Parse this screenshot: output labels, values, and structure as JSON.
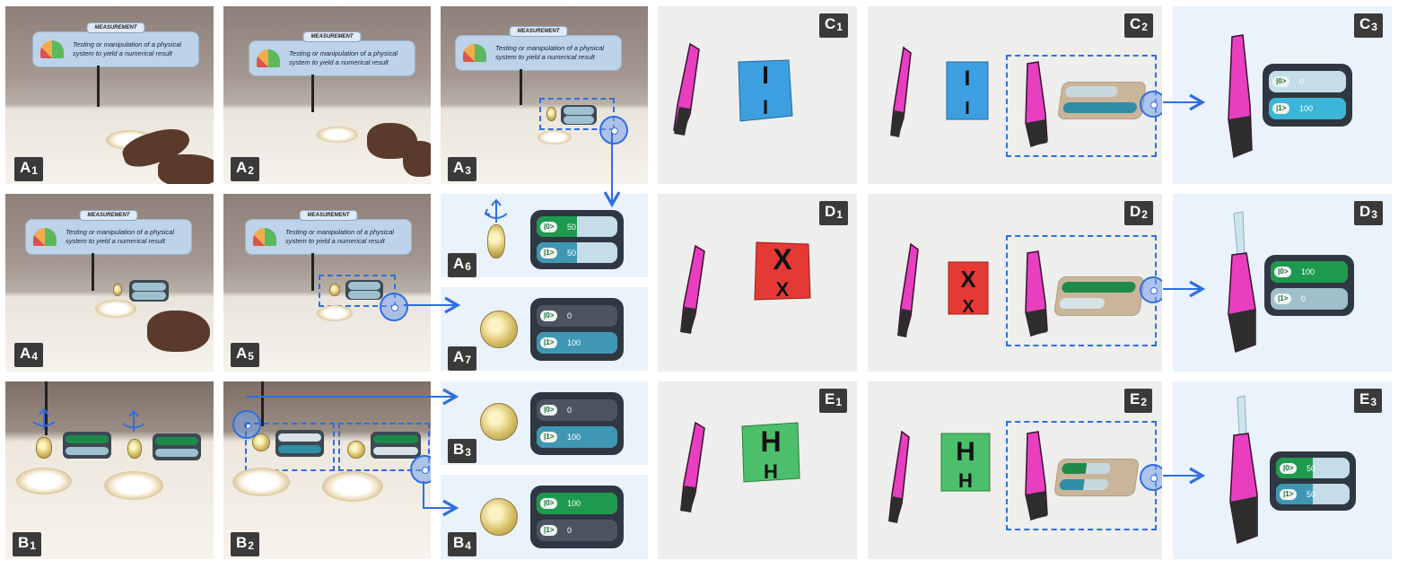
{
  "panels": {
    "A1": {
      "label": "A",
      "sub": "1"
    },
    "A2": {
      "label": "A",
      "sub": "2"
    },
    "A3": {
      "label": "A",
      "sub": "3"
    },
    "A4": {
      "label": "A",
      "sub": "4"
    },
    "A5": {
      "label": "A",
      "sub": "5"
    },
    "A6": {
      "label": "A",
      "sub": "6"
    },
    "A7": {
      "label": "A",
      "sub": "7"
    },
    "B1": {
      "label": "B",
      "sub": "1"
    },
    "B2": {
      "label": "B",
      "sub": "2"
    },
    "B3": {
      "label": "B",
      "sub": "3"
    },
    "B4": {
      "label": "B",
      "sub": "4"
    },
    "C1": {
      "label": "C",
      "sub": "1"
    },
    "C2": {
      "label": "C",
      "sub": "2"
    },
    "C3": {
      "label": "C",
      "sub": "3"
    },
    "D1": {
      "label": "D",
      "sub": "1"
    },
    "D2": {
      "label": "D",
      "sub": "2"
    },
    "D3": {
      "label": "D",
      "sub": "3"
    },
    "E1": {
      "label": "E",
      "sub": "1"
    },
    "E2": {
      "label": "E",
      "sub": "2"
    },
    "E3": {
      "label": "E",
      "sub": "3"
    }
  },
  "sign": {
    "header": "MEASUREMENT",
    "text": "Testing or manipulation of a physical system to yield a numerical result"
  },
  "qubit": {
    "ket0": "|0>",
    "ket1": "|1>"
  },
  "readouts": {
    "A6": {
      "p0": "50",
      "p1": "50"
    },
    "A7": {
      "p0": "0",
      "p1": "100"
    },
    "B3": {
      "p0": "0",
      "p1": "100"
    },
    "B4": {
      "p0": "100",
      "p1": "0"
    },
    "C3": {
      "p0": "0",
      "p1": "100"
    },
    "D3": {
      "p0": "100",
      "p1": "0"
    },
    "E3": {
      "p0": "50",
      "p1": "50"
    }
  },
  "cubes": {
    "C": "I",
    "D": "X",
    "E": "H"
  },
  "colors": {
    "accent": "#2f6fe0",
    "green": "#1e9a4f",
    "teal": "#3f97b3",
    "cube_c": "#3d9ee0",
    "cube_d": "#e53935",
    "cube_e": "#4cbf6a",
    "knife": "#e83fc0",
    "panel_dark": "#2f3742"
  }
}
